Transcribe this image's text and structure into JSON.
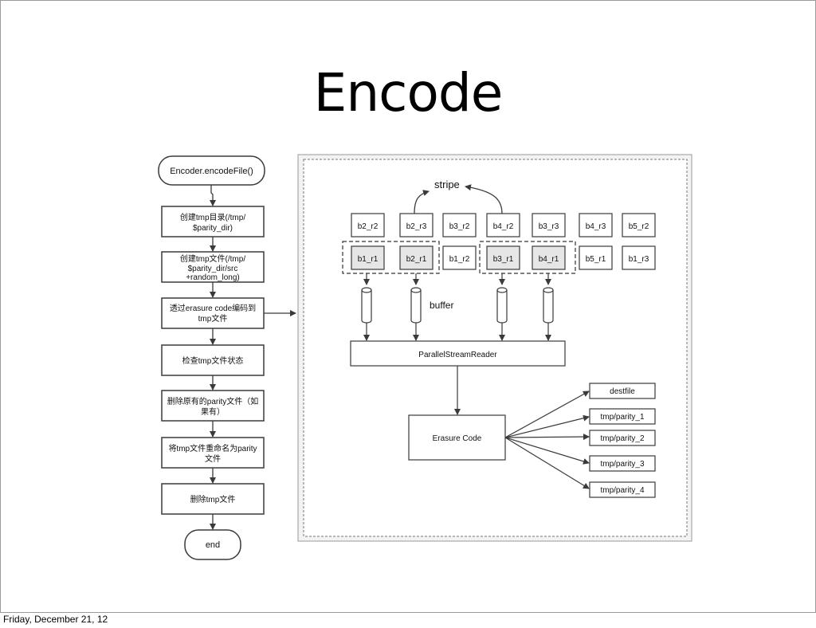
{
  "slide": {
    "title": "Encode",
    "footer": "Friday, December 21, 12"
  },
  "flowchart": {
    "start": "Encoder.encodeFile()",
    "steps": [
      [
        "创建tmp目录(/tmp/",
        "$parity_dir)"
      ],
      [
        "创建tmp文件(/tmp/",
        "$parity_dir/src",
        "+random_long)"
      ],
      [
        "透过erasure code编码到",
        "tmp文件"
      ],
      [
        "检查tmp文件状态"
      ],
      [
        "删除原有的parity文件（如",
        "果有）"
      ],
      [
        "将tmp文件重命名为parity",
        "文件"
      ],
      [
        "删除tmp文件"
      ]
    ],
    "end": "end"
  },
  "detail": {
    "stripe_label": "stripe",
    "buffer_label": "buffer",
    "row_top": [
      "b2_r2",
      "b2_r3",
      "b3_r2",
      "b4_r2",
      "b3_r3",
      "b4_r3",
      "b5_r2"
    ],
    "row_bottom": [
      "b1_r1",
      "b2_r1",
      "b1_r2",
      "b3_r1",
      "b4_r1",
      "b5_r1",
      "b1_r3"
    ],
    "reader": "ParallelStreamReader",
    "erasure": "Erasure Code",
    "outputs": [
      "destfile",
      "tmp/parity_1",
      "tmp/parity_2",
      "tmp/parity_3",
      "tmp/parity_4"
    ]
  },
  "colors": {
    "stroke": "#3a3a3a",
    "highlight": "#e6e6e6",
    "panel_border": "#9a9a9a"
  }
}
